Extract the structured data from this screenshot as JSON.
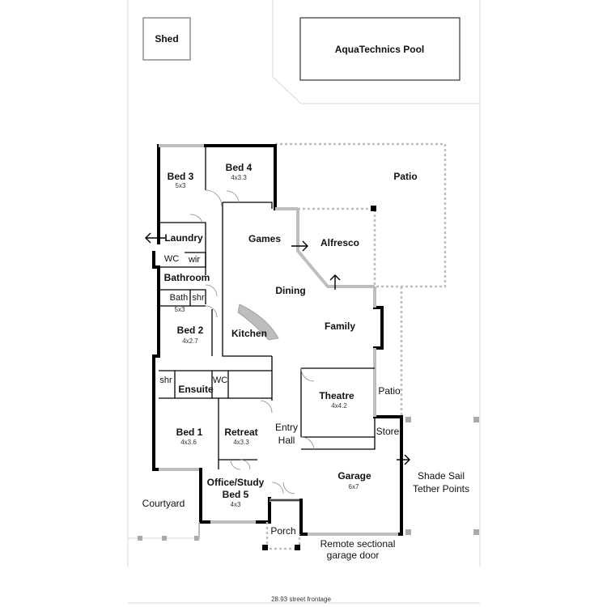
{
  "outbuildings": {
    "shed": "Shed",
    "pool": "AquaTechnics Pool"
  },
  "rooms": {
    "patio_top": "Patio",
    "bed3": {
      "name": "Bed 3",
      "dim": "5x3"
    },
    "bed4": {
      "name": "Bed 4",
      "dim": "4x3.3"
    },
    "laundry": "Laundry",
    "wc_top": "WC",
    "wir": "wir",
    "games": "Games",
    "alfresco": "Alfresco",
    "bathroom": "Bathroom",
    "bath": "Bath",
    "shr_top": "shr",
    "bath_dim": "5x3",
    "dining": "Dining",
    "bed2": {
      "name": "Bed 2",
      "dim": "4x2.7"
    },
    "kitchen": "Kitchen",
    "family": "Family",
    "shr_ensuite": "shr",
    "ensuite": "Ensuite",
    "wc_ensuite": "WC",
    "theatre": {
      "name": "Theatre",
      "dim": "4x4.2"
    },
    "patio_side": "Patio",
    "bed1": {
      "name": "Bed 1",
      "dim": "4x3.6"
    },
    "retreat": {
      "name": "Retreat",
      "dim": "4x3.3"
    },
    "entry_line1": "Entry",
    "entry_line2": "Hall",
    "store": "Store",
    "office_line1": "Office/Study",
    "office_line2": "Bed 5",
    "office_dim": "4x3",
    "garage": {
      "name": "Garage",
      "dim": "6x7"
    },
    "courtyard": "Courtyard",
    "porch": "Porch"
  },
  "notes": {
    "shade_line1": "Shade Sail",
    "shade_line2": "Tether Points",
    "garage_door_line1": "Remote sectional",
    "garage_door_line2": "garage door",
    "frontage": "28.93 street frontage"
  }
}
